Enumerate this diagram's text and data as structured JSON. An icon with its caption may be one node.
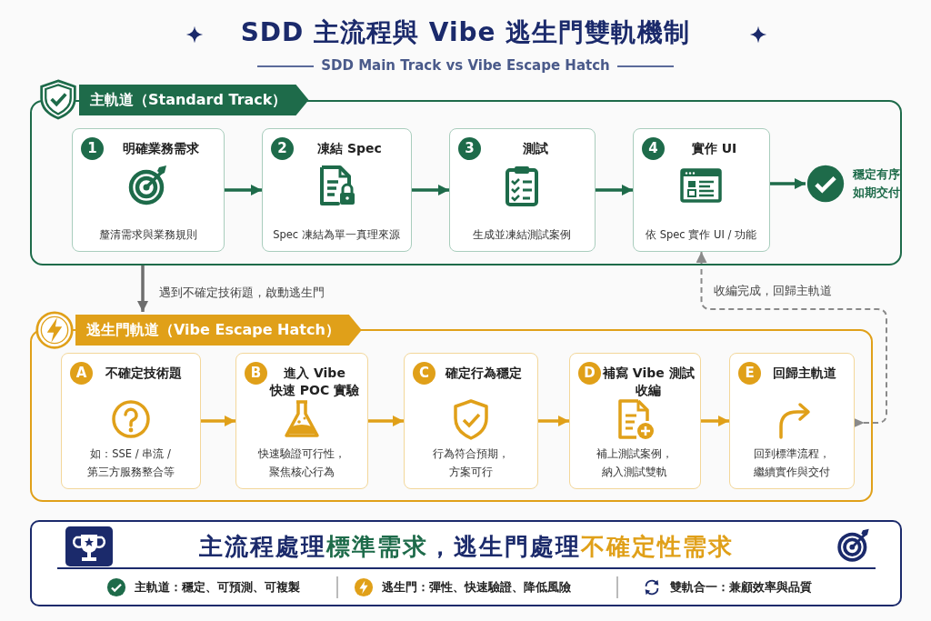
{
  "diagram": {
    "title": "SDD 主流程與 Vibe 逃生門雙軌機制",
    "nodes": [
      {
        "text": [
          "主軌道（Standard Track）"
        ]
      },
      {
        "text": [
          "1",
          "明確業務需求",
          "釐清需求與業務規則"
        ],
        "in": 0
      },
      {
        "text": [
          "2",
          "凍結 Spec",
          "Spec 凍結為單一真理來源"
        ],
        "in": 0
      },
      {
        "text": [
          "3",
          "測試",
          "生成並凍結測試案例"
        ],
        "in": 0
      },
      {
        "text": [
          "4",
          "實作 UI",
          "依 Spec 實作 UI / 功能"
        ],
        "in": 0
      },
      {
        "text": [],
        "shape": "circle",
        "beside": [
          "穩定有序如期交付"
        ],
        "in": 0
      },
      {
        "text": [
          "逃生門軌道（Vibe Escape Hatch）"
        ]
      },
      {
        "text": [
          "A",
          "不確定技術題",
          "如：SSE / 串流 / 第三方服務整合等"
        ],
        "in": 6
      },
      {
        "text": [
          "B",
          "進入 Vibe 快速 POC 實驗",
          "快速驗證可行性，聚焦核心行為"
        ],
        "in": 6
      },
      {
        "text": [
          "C",
          "確定行為穩定",
          "行為符合預期，方案可行"
        ],
        "in": 6
      },
      {
        "text": [
          "D",
          "補寫 Vibe 測試收編",
          "補上測試案例，納入測試雙軌"
        ],
        "in": 6
      },
      {
        "text": [
          "E",
          "回歸主軌道",
          "回到標準流程，繼續實作與交付"
        ],
        "in": 6
      },
      {
        "text": [
          "主流程處理**標準需求**，逃生門處理**不確定性需求**",
          "主軌道：穩定、可預測、可複製",
          "逃生門：彈性、快速驗證、降低風險",
          "雙軌合一：兼顧效率與品質"
        ]
      }
    ],
    "edges": [
      {
        "from": 1,
        "to": 2,
        "arrow": "to",
        "color": "#1e6b4a"
      },
      {
        "from": 2,
        "to": 3,
        "arrow": "to",
        "color": "#1e6b4a"
      },
      {
        "from": 3,
        "to": 4,
        "arrow": "to",
        "color": "#1e6b4a"
      },
      {
        "from": 4,
        "to": 5,
        "arrow": "to",
        "color": "#1e6b4a"
      },
      {
        "from": 0,
        "to": 6,
        "arrow": "to",
        "label": "遇到不確定技術題，啟動逃生門",
        "color": "#6e6e6e"
      },
      {
        "from": 7,
        "to": 8,
        "arrow": "to",
        "color": "#e0a019"
      },
      {
        "from": 8,
        "to": 9,
        "arrow": "to",
        "color": "#e0a019"
      },
      {
        "from": 9,
        "to": 10,
        "arrow": "to",
        "color": "#e0a019"
      },
      {
        "from": 10,
        "to": 11,
        "arrow": "to",
        "color": "#e0a019"
      },
      {
        "from": 11,
        "to": 4,
        "arrow": "to",
        "label": "收編完成，回歸主軌道",
        "style": "dashed",
        "color": "#8a8a8a"
      }
    ],
    "labels": [
      "SDD Main Track vs Vibe Escape Hatch"
    ]
  }
}
